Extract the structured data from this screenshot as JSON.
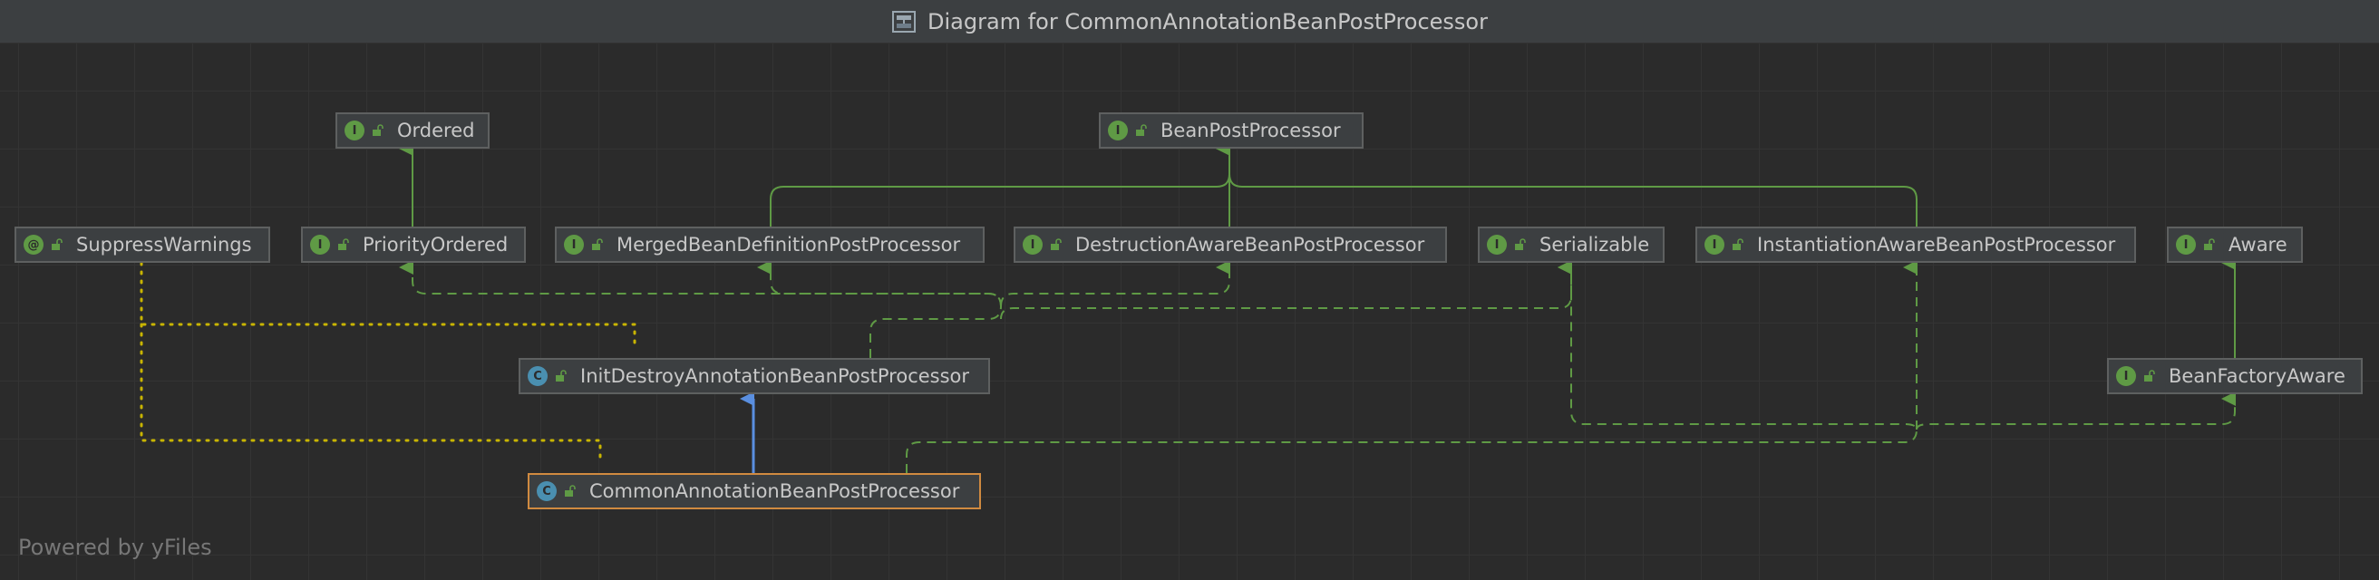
{
  "window": {
    "title": "Diagram for CommonAnnotationBeanPostProcessor"
  },
  "nodes": {
    "ordered": {
      "label": "Ordered",
      "kind": "interface"
    },
    "bean_post_processor": {
      "label": "BeanPostProcessor",
      "kind": "interface"
    },
    "suppress_warnings": {
      "label": "SuppressWarnings",
      "kind": "annotation"
    },
    "priority_ordered": {
      "label": "PriorityOrdered",
      "kind": "interface"
    },
    "merged_bean_definition_post_processor": {
      "label": "MergedBeanDefinitionPostProcessor",
      "kind": "interface"
    },
    "destruction_aware_bean_post_processor": {
      "label": "DestructionAwareBeanPostProcessor",
      "kind": "interface"
    },
    "serializable": {
      "label": "Serializable",
      "kind": "interface"
    },
    "instantiation_aware_bean_post_processor": {
      "label": "InstantiationAwareBeanPostProcessor",
      "kind": "interface"
    },
    "aware": {
      "label": "Aware",
      "kind": "interface"
    },
    "init_destroy_annotation_bean_post_processor": {
      "label": "InitDestroyAnnotationBeanPostProcessor",
      "kind": "class"
    },
    "bean_factory_aware": {
      "label": "BeanFactoryAware",
      "kind": "interface"
    },
    "common_annotation_bean_post_processor": {
      "label": "CommonAnnotationBeanPostProcessor",
      "kind": "class",
      "selected": true
    }
  },
  "badges": {
    "interface": "I",
    "class": "C",
    "annotation": "@"
  },
  "colors": {
    "extends_interface": "#5f9a45",
    "implements": "#5f9a45",
    "extends_class": "#5a8fe0",
    "annotation_link": "#c8b400",
    "selected_border": "#d08a40"
  },
  "footer": {
    "watermark": "Powered by yFiles"
  }
}
